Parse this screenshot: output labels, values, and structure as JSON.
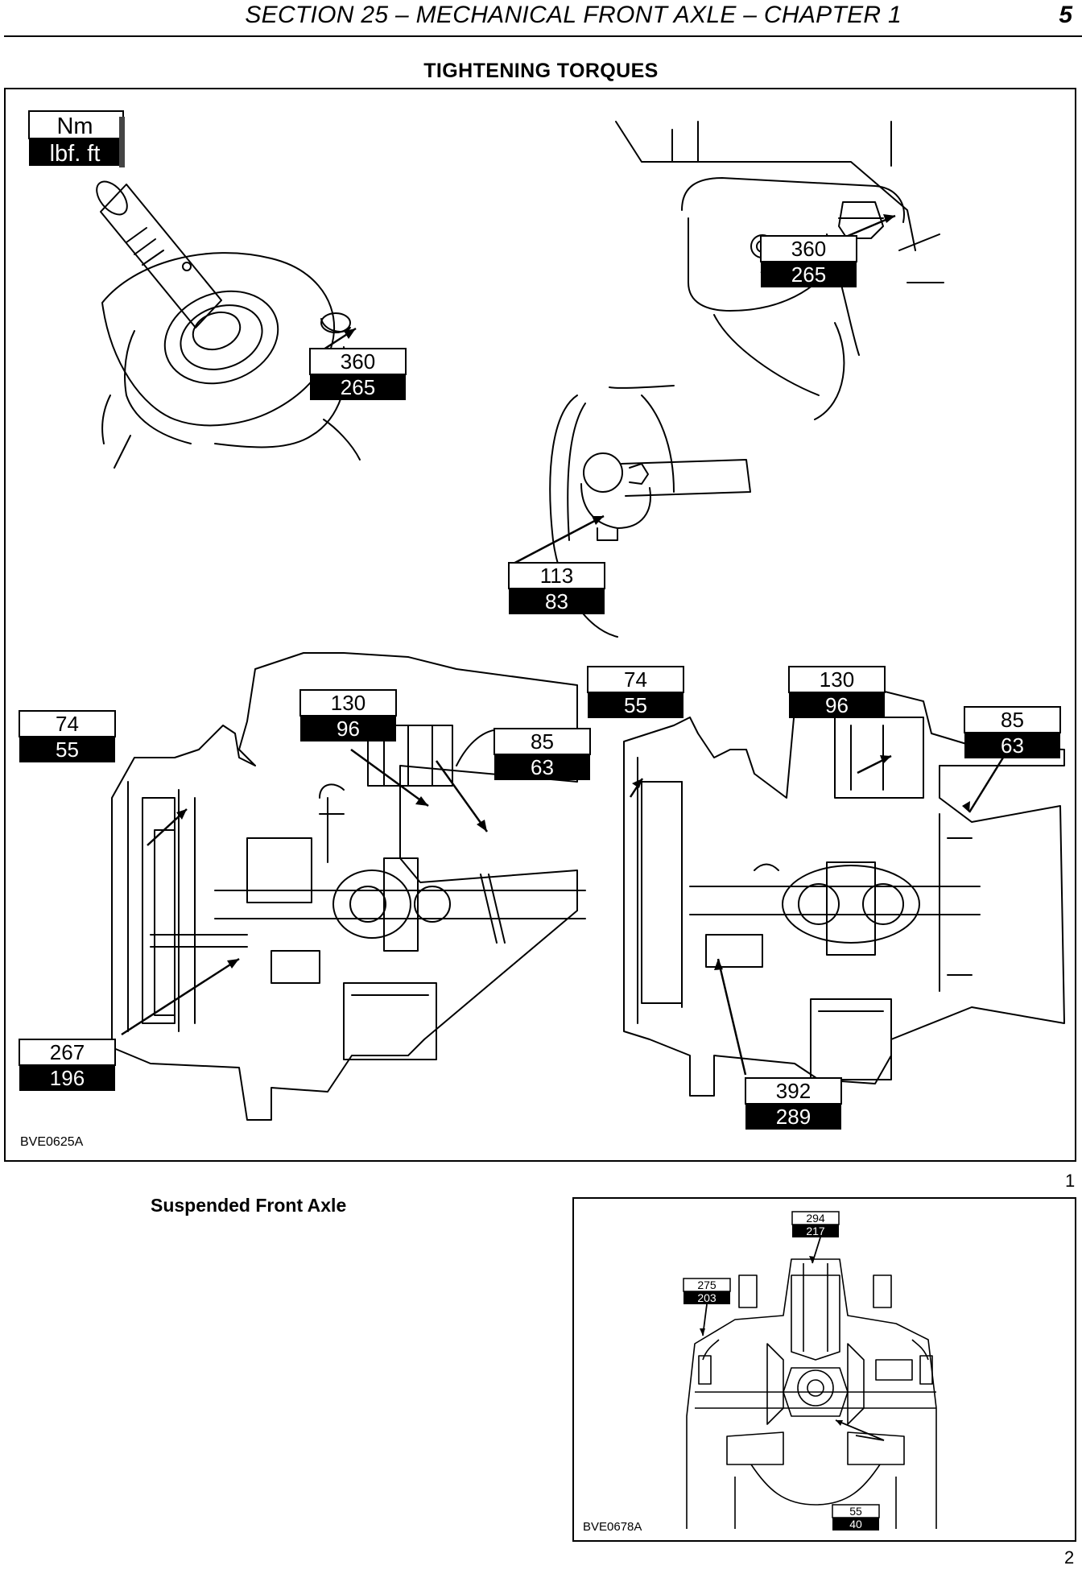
{
  "header": {
    "title": "SECTION 25 – MECHANICAL FRONT AXLE – CHAPTER 1",
    "page": "5"
  },
  "subtitle": "TIGHTENING TORQUES",
  "figure1": {
    "legend": {
      "top": "Nm",
      "bottom": "lbf. ft"
    },
    "torques": [
      {
        "nm": "360",
        "lbf": "265"
      },
      {
        "nm": "360",
        "lbf": "265"
      },
      {
        "nm": "113",
        "lbf": "83"
      },
      {
        "nm": "74",
        "lbf": "55"
      },
      {
        "nm": "130",
        "lbf": "96"
      },
      {
        "nm": "85",
        "lbf": "63"
      },
      {
        "nm": "74",
        "lbf": "55"
      },
      {
        "nm": "130",
        "lbf": "96"
      },
      {
        "nm": "85",
        "lbf": "63"
      },
      {
        "nm": "267",
        "lbf": "196"
      },
      {
        "nm": "392",
        "lbf": "289"
      }
    ],
    "code": "BVE0625A",
    "number": "1"
  },
  "section_caption": "Suspended Front Axle",
  "figure2": {
    "torques": [
      {
        "nm": "294",
        "lbf": "217"
      },
      {
        "nm": "275",
        "lbf": "203"
      },
      {
        "nm": "55",
        "lbf": "40"
      }
    ],
    "code": "BVE0678A",
    "number": "2"
  }
}
